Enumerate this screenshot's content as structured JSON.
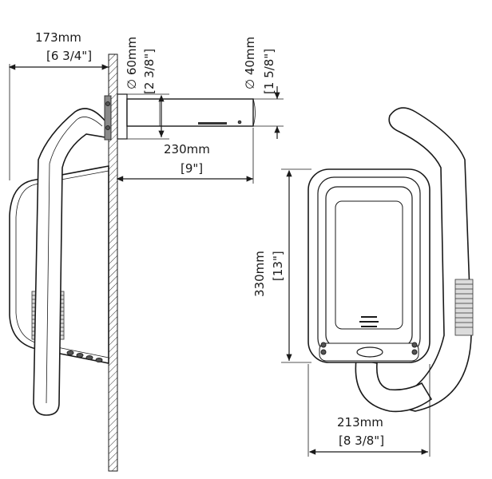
{
  "dimensions": {
    "depth_mm": "173mm",
    "depth_in": "[6 3/4\"]",
    "outer_dia_mm": "∅ 60mm",
    "outer_dia_in": "[2 3/8\"]",
    "inner_dia_mm": "∅ 40mm",
    "inner_dia_in": "[1 5/8\"]",
    "nozzle_length_mm": "230mm",
    "nozzle_length_in": "[9\"]",
    "height_mm": "330mm",
    "height_in": "[13\"]",
    "width_mm": "213mm",
    "width_in": "[8 3/8\"]"
  }
}
